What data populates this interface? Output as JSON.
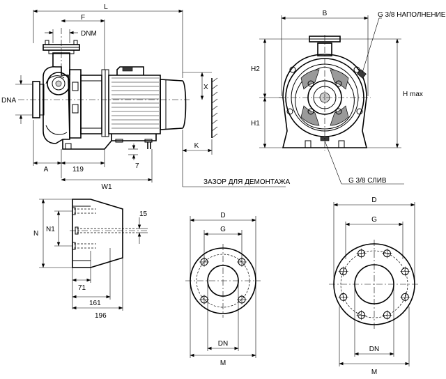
{
  "labels": {
    "L": "L",
    "F": "F",
    "DNM": "DNM",
    "DNA": "DNA",
    "A": "A",
    "dim_119": "119",
    "W1": "W1",
    "X": "X",
    "K": "K",
    "dim_7": "7",
    "clearance": "ЗАЗОР ДЛЯ ДЕМОНТАЖА",
    "B": "B",
    "fill_port": "G 3/8 НАПОЛНЕНИЕ",
    "H2": "H2",
    "H1": "H1",
    "Hmax": "H max",
    "drain_port": "G 3/8  СЛИВ",
    "N": "N",
    "N1": "N1",
    "dim_15": "15",
    "dim_71": "71",
    "dim_161": "161",
    "dim_196": "196",
    "flange1_D": "D",
    "flange1_G": "G",
    "flange1_DN": "DN",
    "flange1_M": "M",
    "flange2_D": "D",
    "flange2_G": "G",
    "flange2_DN": "DN",
    "flange2_M": "M"
  }
}
